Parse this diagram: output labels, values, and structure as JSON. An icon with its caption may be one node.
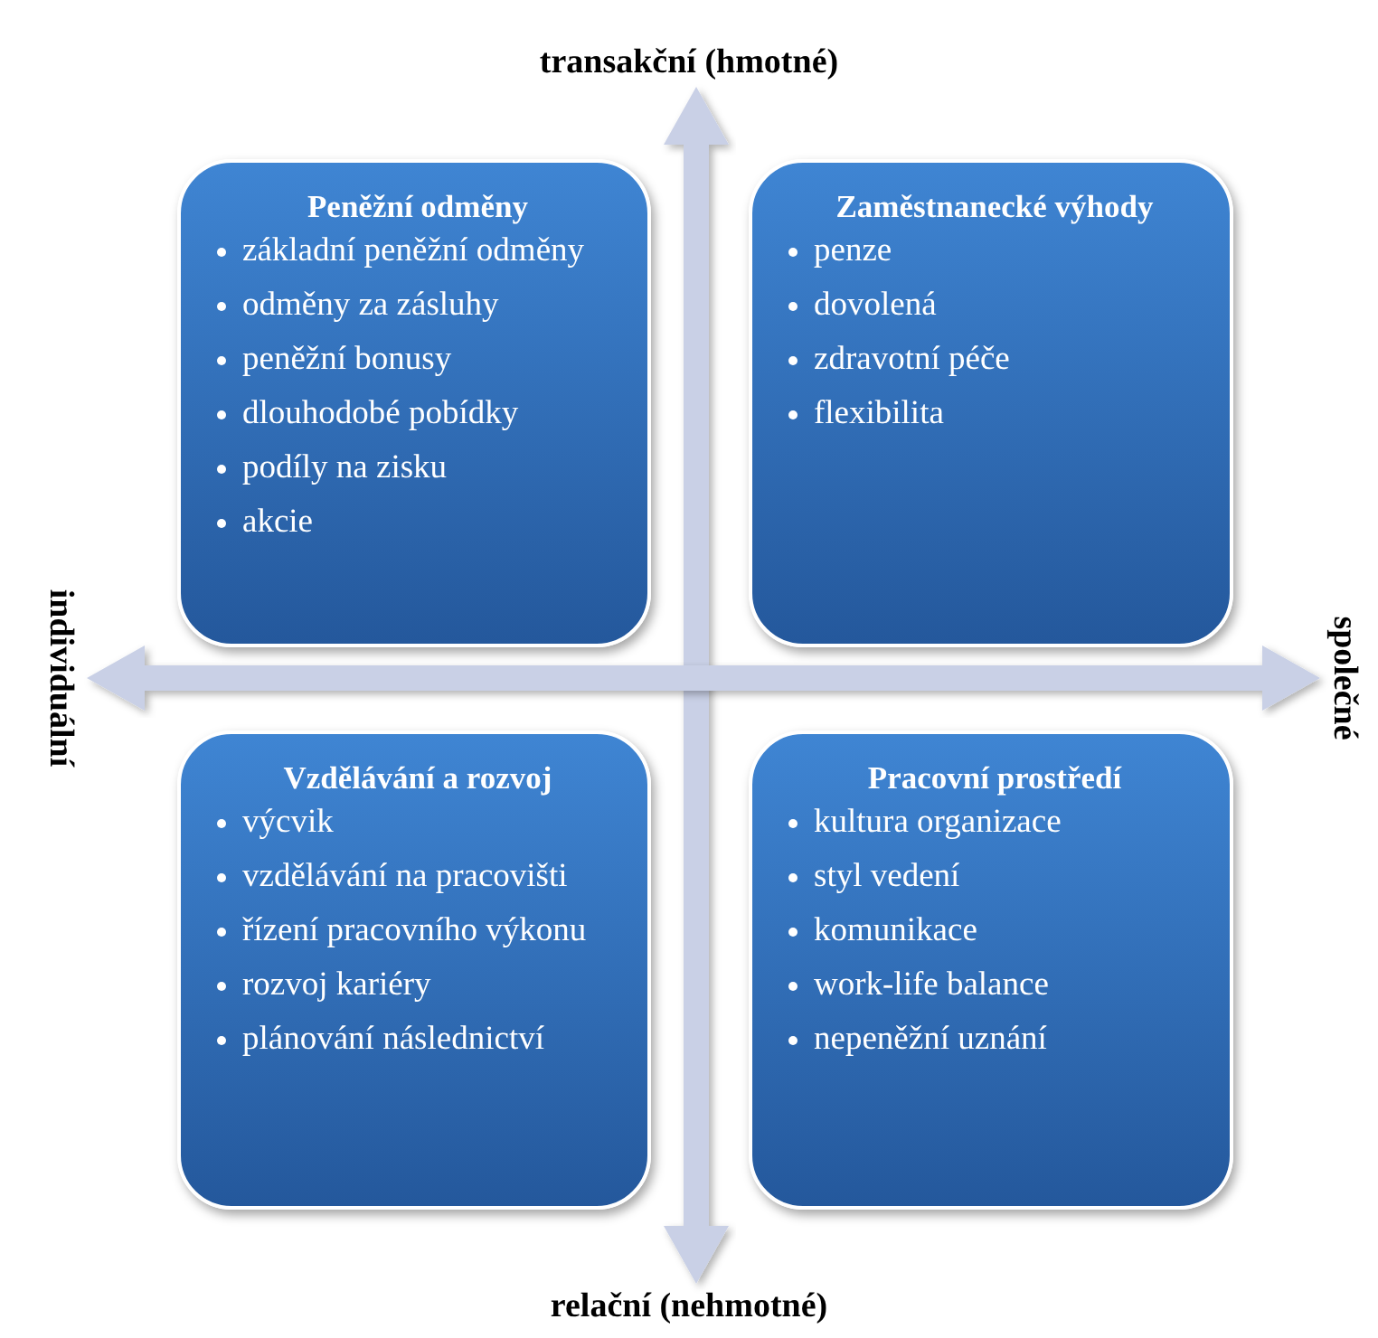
{
  "diagram": {
    "nodes": [
      {
        "text": [
          "Peněžní odměny",
          "základní peněžní odměny",
          "odměny za zásluhy",
          "peněžní bonusy",
          "dlouhodobé pobídky",
          "podíly na zisku",
          "akcie"
        ]
      },
      {
        "text": [
          "Zaměstnanecké výhody",
          "penze",
          "dovolená",
          "zdravotní péče",
          "flexibilita"
        ]
      },
      {
        "text": [
          "Vzdělávání a rozvoj",
          "výcvik",
          "vzdělávání na pracovišti",
          "řízení pracovního výkonu",
          "rozvoj kariéry",
          "plánování následnictví"
        ]
      },
      {
        "text": [
          "Pracovní prostředí",
          "kultura organizace",
          "styl vedení",
          "komunikace",
          "work-life balance",
          "nepeněžní uznání"
        ]
      },
      {
        "text": [
          "transakční (hmotné)"
        ]
      },
      {
        "text": [
          "individuální"
        ]
      },
      {
        "text": [
          "společné"
        ]
      },
      {
        "text": [
          "relační (nehmotné)"
        ]
      }
    ],
    "edges": [
      {
        "from": 4,
        "to": 7,
        "arrow": "both"
      },
      {
        "from": 5,
        "to": 6,
        "arrow": "both"
      }
    ]
  }
}
